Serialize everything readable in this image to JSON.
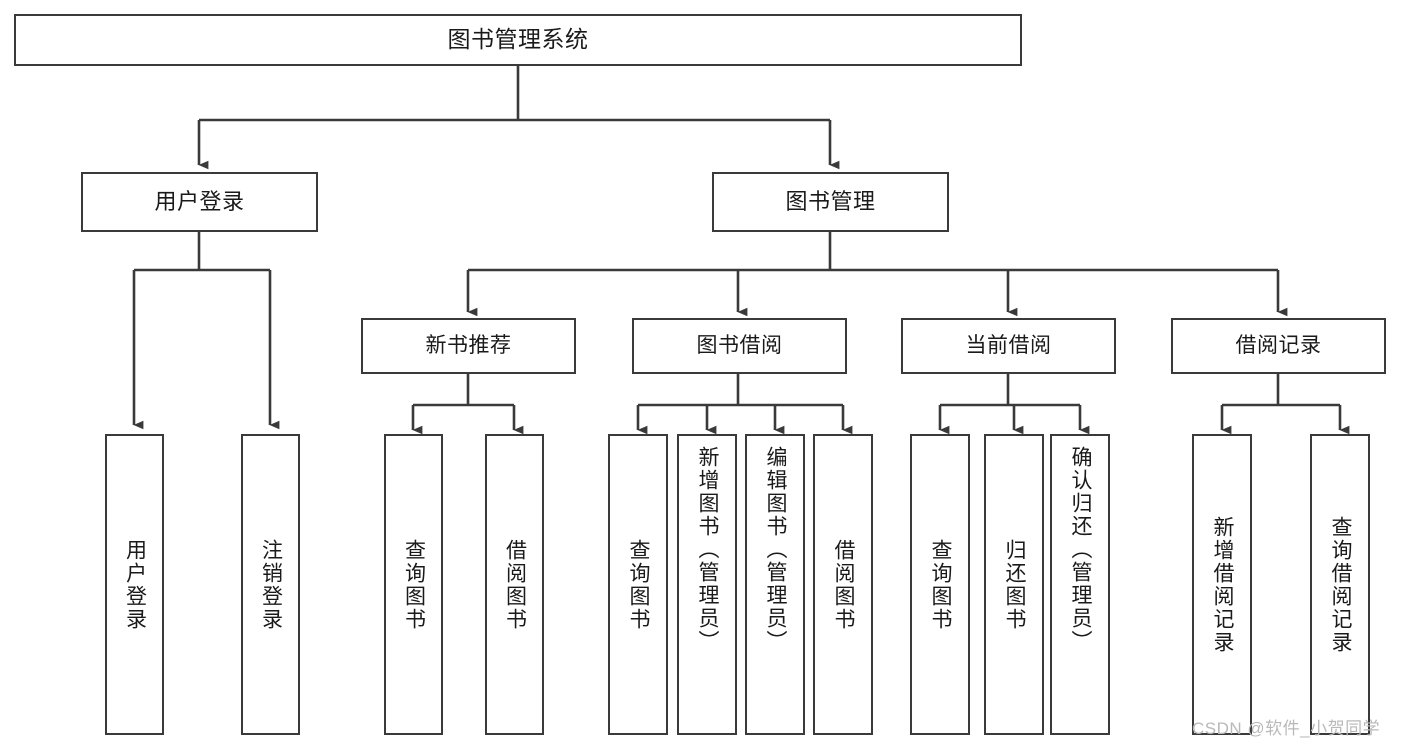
{
  "diagram": {
    "title": "图书管理系统",
    "type": "tree-hierarchy",
    "watermark": "CSDN @软件_小贺同学",
    "root": {
      "label": "图书管理系统"
    },
    "level2": [
      {
        "label": "用户登录"
      },
      {
        "label": "图书管理"
      }
    ],
    "level3": [
      {
        "label": "新书推荐"
      },
      {
        "label": "图书借阅"
      },
      {
        "label": "当前借阅"
      },
      {
        "label": "借阅记录"
      }
    ],
    "leaves": {
      "user_login": [
        {
          "label": "用户登录"
        },
        {
          "label": "注销登录"
        }
      ],
      "new_book_recommend": [
        {
          "label": "查询图书"
        },
        {
          "label": "借阅图书"
        }
      ],
      "book_borrow": [
        {
          "label": "查询图书"
        },
        {
          "label": "新增图书（管理员）"
        },
        {
          "label": "编辑图书（管理员）"
        },
        {
          "label": "借阅图书"
        }
      ],
      "current_borrow": [
        {
          "label": "查询图书"
        },
        {
          "label": "归还图书"
        },
        {
          "label": "确认归还（管理员）"
        }
      ],
      "borrow_record": [
        {
          "label": "新增借阅记录"
        },
        {
          "label": "查询借阅记录"
        }
      ]
    },
    "colors": {
      "stroke": "#3a3a3a",
      "text": "#1a1a1a",
      "background": "#ffffff",
      "watermark": "#b9b9b9"
    }
  }
}
